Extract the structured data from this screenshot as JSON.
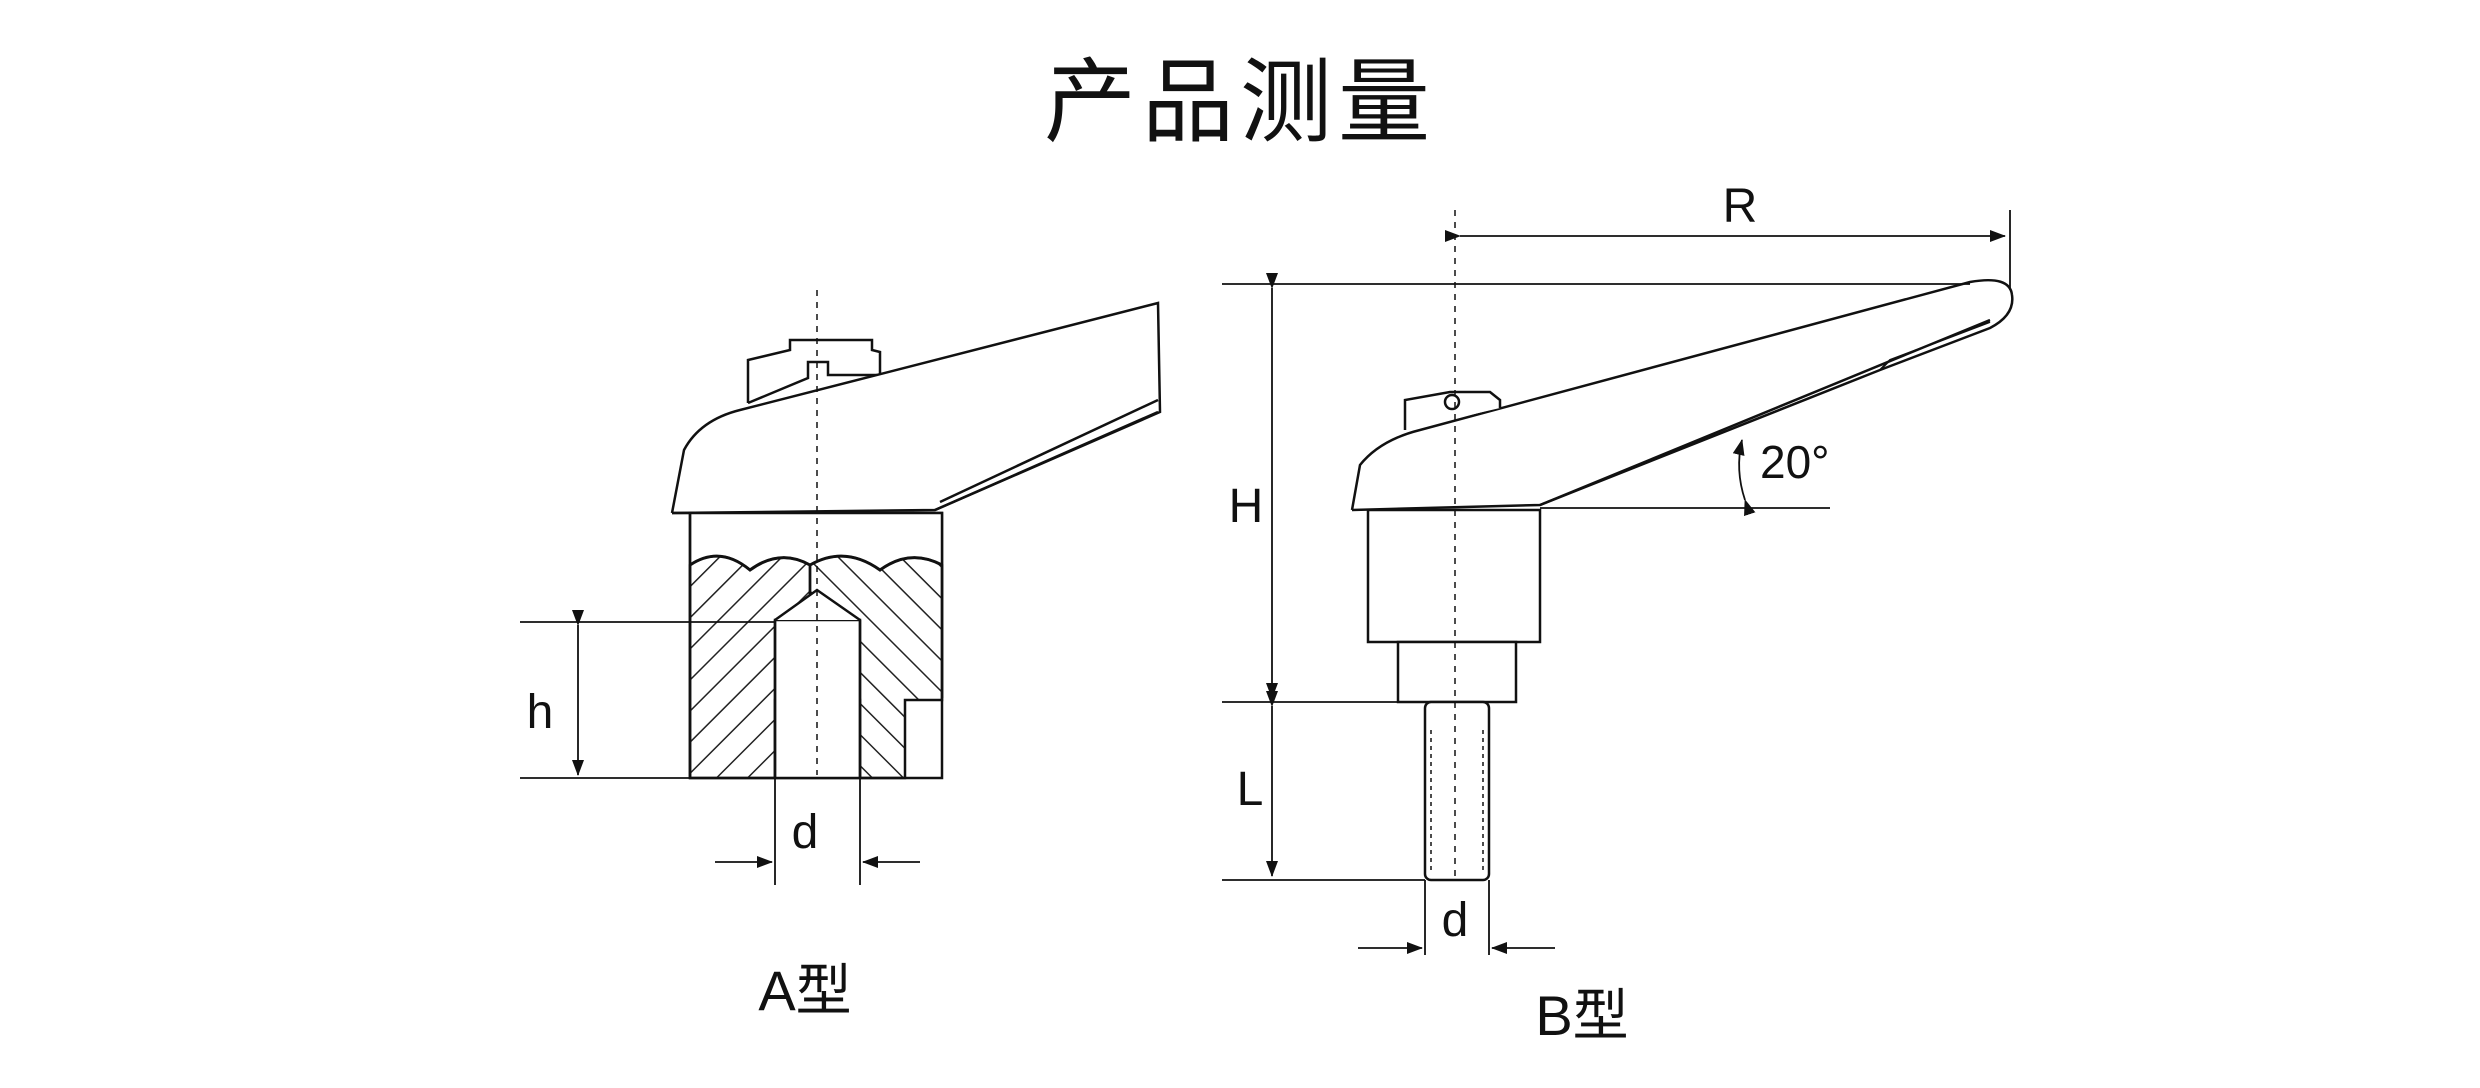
{
  "title": "产品测量",
  "type_a": {
    "label": "A型",
    "dimensions": {
      "h": "h",
      "d": "d"
    }
  },
  "type_b": {
    "label": "B型",
    "dimensions": {
      "R": "R",
      "H": "H",
      "L": "L",
      "d": "d",
      "angle": "20°"
    }
  }
}
